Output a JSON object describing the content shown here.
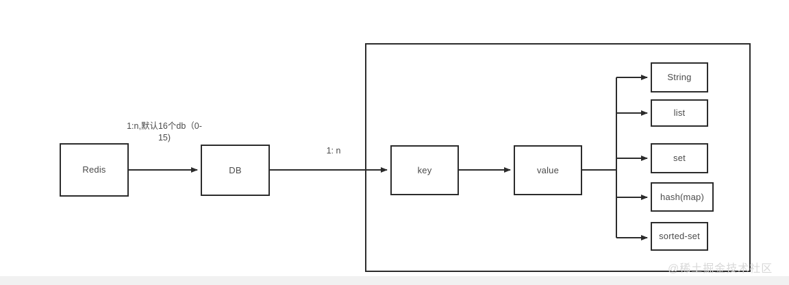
{
  "diagram": {
    "title": "Redis data model diagram",
    "background_color": "#ffffff",
    "stroke_color": "#2b2b2b",
    "text_color": "#4a4a4a",
    "nodes": [
      {
        "id": "redis",
        "label": "Redis"
      },
      {
        "id": "db",
        "label": "DB"
      },
      {
        "id": "key",
        "label": "key"
      },
      {
        "id": "value",
        "label": "value"
      },
      {
        "id": "string",
        "label": "String"
      },
      {
        "id": "list",
        "label": "list"
      },
      {
        "id": "set",
        "label": "set"
      },
      {
        "id": "hash",
        "label": "hash(map)"
      },
      {
        "id": "sortedset",
        "label": "sorted-set"
      }
    ],
    "edge_labels": [
      {
        "id": "redis-db",
        "text": "1:n,默认16个db（0-\n15)"
      },
      {
        "id": "db-key",
        "text": "1:  n"
      }
    ],
    "watermark": "@稀土掘金技术社区"
  }
}
